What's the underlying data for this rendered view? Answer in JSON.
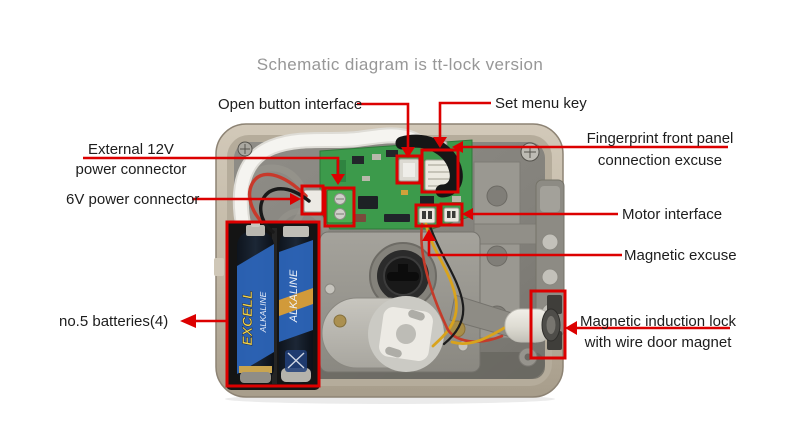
{
  "title": "Schematic diagram is tt-lock version",
  "labels": {
    "open_button": "Open button interface",
    "set_menu": "Set menu key",
    "external_12v": {
      "line1": "External 12V",
      "line2": "power connector"
    },
    "six_v": "6V power connector",
    "fingerprint": {
      "line1": "Fingerprint front panel",
      "line2": "connection excuse"
    },
    "motor": "Motor interface",
    "magnetic_excuse": "Magnetic excuse",
    "batteries": "no.5 batteries(4)",
    "magnetic_lock": {
      "line1": "Magnetic induction lock",
      "line2": "with wire door magnet"
    }
  },
  "photo": {
    "battery_left_brand": "EXCELL",
    "battery_left_type": "ALKALINE",
    "battery_right_type": "ALKALINE"
  },
  "colors": {
    "annotation_red": "#dc0000",
    "title_gray": "#979797",
    "label_black": "#1d1d1d",
    "pcb_green": "#3c9a4b",
    "case_beige": "#c6bcab"
  }
}
